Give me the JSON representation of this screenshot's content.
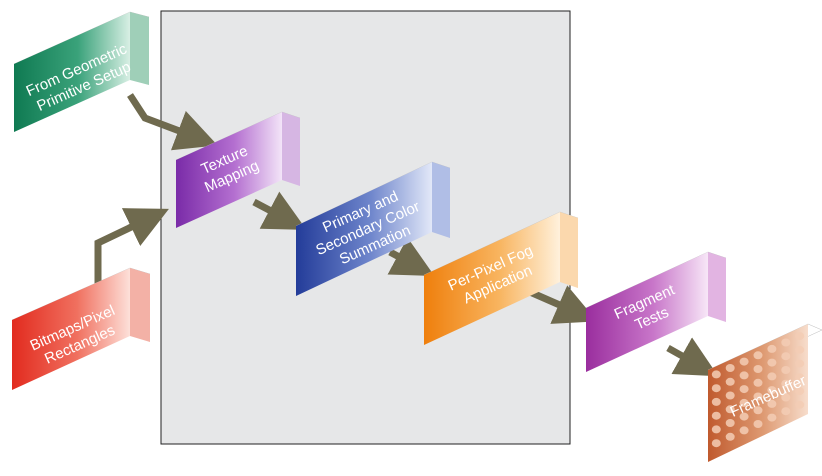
{
  "stages": {
    "geometric_setup": {
      "line1": "From Geometric",
      "line2": "Primitive Setup",
      "color": "#1a8a5c"
    },
    "bitmaps": {
      "line1": "Bitmaps/Pixel",
      "line2": "Rectangles",
      "color": "#e8402e"
    },
    "texture": {
      "line1": "Texture",
      "line2": "Mapping",
      "color": "#8a3ab0"
    },
    "color_sum": {
      "line1": "Primary and",
      "line2": "Secondary Color",
      "line3": "Summation",
      "color": "#2f4ea8"
    },
    "fog": {
      "line1": "Per-Pixel Fog",
      "line2": "Application",
      "color": "#f28f1a"
    },
    "fragment": {
      "line1": "Fragment",
      "line2": "Tests",
      "color": "#a23aa6"
    },
    "framebuffer": {
      "line1": "Framebuffer",
      "color": "#c8643a"
    }
  },
  "colors": {
    "panel": "#e6e7e8",
    "arrow": "#6f6a4e"
  }
}
